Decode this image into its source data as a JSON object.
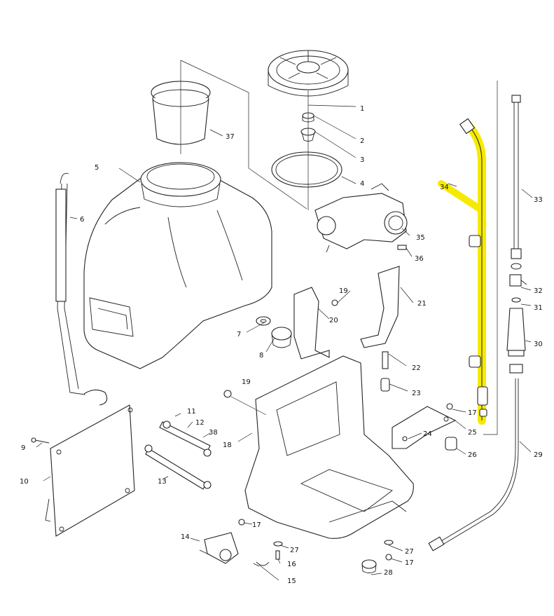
{
  "labels": [
    "1",
    "2",
    "3",
    "4",
    "5",
    "6",
    "7",
    "8",
    "9",
    "10",
    "11",
    "12",
    "13",
    "14",
    "15",
    "16",
    "17",
    "18",
    "19",
    "20",
    "21",
    "22",
    "23",
    "24",
    "25",
    "26",
    "27",
    "28",
    "29",
    "30",
    "31",
    "32",
    "33",
    "34",
    "35",
    "36",
    "37",
    "38"
  ],
  "colors": {
    "line": "#222222",
    "highlight": "#f5ea00",
    "background": "#ffffff"
  },
  "highlighted_part": "34"
}
